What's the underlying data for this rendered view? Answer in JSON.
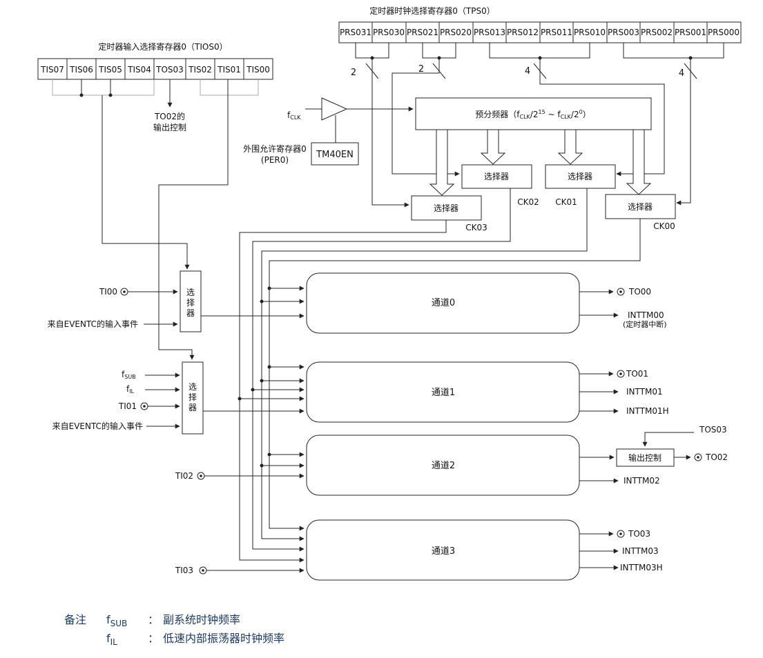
{
  "tios0": {
    "title": "定时器输入选择寄存器0（TIOS0）",
    "bits": [
      "TIS07",
      "TIS06",
      "TIS05",
      "TIS04",
      "TOS03",
      "TIS02",
      "TIS01",
      "TIS00"
    ]
  },
  "tps0": {
    "title": "定时器时钟选择寄存器0（TPS0）",
    "bits": [
      "PRS031",
      "PRS030",
      "PRS021",
      "PRS020",
      "PRS013",
      "PRS012",
      "PRS011",
      "PRS010",
      "PRS003",
      "PRS002",
      "PRS001",
      "PRS000"
    ],
    "widths": [
      "2",
      "2",
      "4",
      "4"
    ]
  },
  "to02_ctrl": [
    "TO02的",
    "输出控制"
  ],
  "fclk": {
    "main": "f",
    "sub": "CLK"
  },
  "per0": [
    "外围允许寄存器0",
    "(PER0)"
  ],
  "tm40en": "TM40EN",
  "prescaler": {
    "a": "预分频器（f",
    "b": "CLK",
    "c": "/2",
    "d": "15",
    "e": " ~ f",
    "f": "CLK",
    "g": "/2",
    "h": "0",
    "i": "）"
  },
  "selector": "选择器",
  "selector_v": [
    "选",
    "择",
    "器"
  ],
  "ck": [
    "CK00",
    "CK01",
    "CK02",
    "CK03"
  ],
  "inputs": {
    "ti00": "TI00",
    "ti01": "TI01",
    "ti02": "TI02",
    "ti03": "TI03",
    "eventc": "来自EVENTC的输入事件",
    "fsub": {
      "main": "f",
      "sub": "SUB"
    },
    "fil": {
      "main": "f",
      "sub": "IL"
    }
  },
  "channels": [
    "通道0",
    "通道1",
    "通道2",
    "通道3"
  ],
  "outputs": {
    "to00": "TO00",
    "to01": "TO01",
    "to02": "TO02",
    "to03": "TO03",
    "inttm00": "INTTM00",
    "inttm00_note": "(定时器中断)",
    "inttm01": "INTTM01",
    "inttm01h": "INTTM01H",
    "inttm02": "INTTM02",
    "inttm03": "INTTM03",
    "inttm03h": "INTTM03H",
    "tos03": "TOS03",
    "out_ctrl": "输出控制"
  },
  "notes": {
    "label": "备注",
    "fsub": {
      "main": "f",
      "sub": "SUB"
    },
    "fil": {
      "main": "f",
      "sub": "IL"
    },
    "colon": "：",
    "fsub_desc": "副系统时钟频率",
    "fil_desc": "低速内部振荡器时钟频率"
  }
}
